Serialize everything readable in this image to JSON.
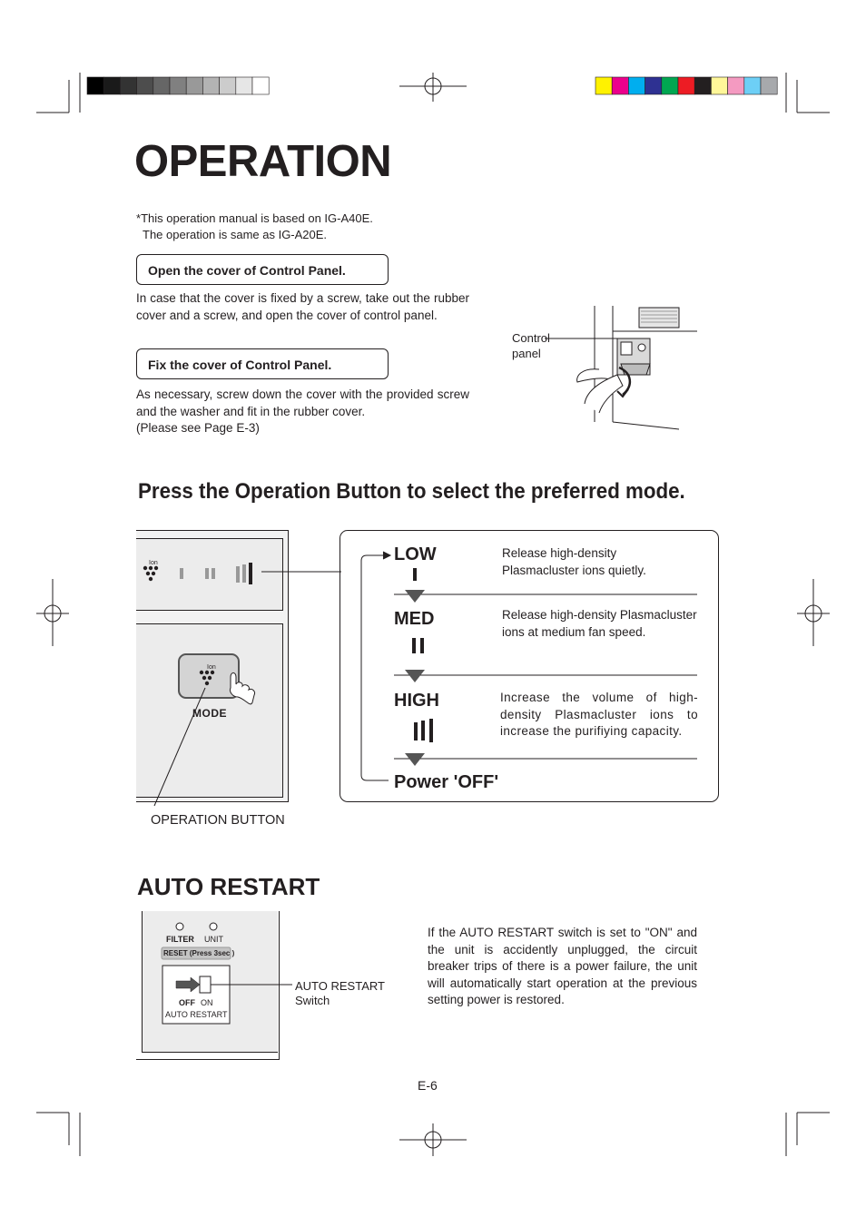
{
  "title": "OPERATION",
  "note": {
    "marker": "*",
    "line1": "This operation manual is based on IG-A40E.",
    "line2": "The operation is same as IG-A20E."
  },
  "open_cover": {
    "heading": "Open the cover of Control Panel.",
    "text": "In case that the cover is fixed by a screw, take out the rubber cover and a screw, and open the cover of control panel."
  },
  "fix_cover": {
    "heading": "Fix the cover of Control Panel.",
    "text": "As necessary, screw down the cover with the provided screw and the washer and fit in the rubber cover.",
    "ref": "(Please see Page E-3)"
  },
  "control_panel_label": {
    "line1": "Control",
    "line2": "panel"
  },
  "section_mode": {
    "heading": "Press the Operation Button to select the preferred mode.",
    "ion_label": "Ion",
    "mode_button_label": "MODE",
    "operation_button_label": "OPERATION BUTTON",
    "modes": [
      {
        "name": "LOW",
        "desc": "Release high-density Plasmacluster ions quietly."
      },
      {
        "name": "MED",
        "desc": "Release high-density Plasmacluster ions at medium fan speed."
      },
      {
        "name": "HIGH",
        "desc": "Increase the volume of high-density Plasmacluster ions to increase the purifiying capacity."
      }
    ],
    "power_off": "Power 'OFF'"
  },
  "auto_restart": {
    "heading": "AUTO RESTART",
    "panel": {
      "filter": "FILTER",
      "unit": "UNIT",
      "reset": "RESET (Press 3sec )",
      "off": "OFF",
      "on": "ON",
      "switch_name": "AUTO RESTART"
    },
    "switch_label": {
      "line1": "AUTO RESTART",
      "line2": "Switch"
    },
    "text": "If the AUTO RESTART switch is set to \"ON\" and the unit is accidently unplugged, the circuit breaker trips of there is a power failure, the unit will automatically start operation at the previous setting power is restored."
  },
  "page_number": "E-6",
  "print_bars": {
    "gray": [
      "#000000",
      "#1a1a1a",
      "#333333",
      "#4d4d4d",
      "#666666",
      "#808080",
      "#999999",
      "#b3b3b3",
      "#cccccc",
      "#e6e6e6",
      "#ffffff"
    ],
    "color": [
      "#fff200",
      "#ec008c",
      "#00aeef",
      "#2e3192",
      "#00a651",
      "#ed1c24",
      "#231f20",
      "#fff799",
      "#f49ac1",
      "#6dcff6",
      "#a7a9ac"
    ]
  }
}
